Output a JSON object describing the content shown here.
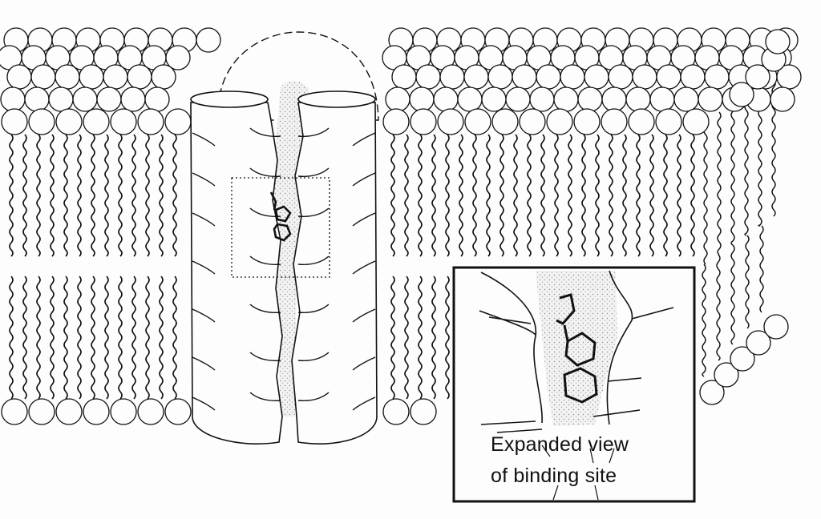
{
  "caption": {
    "line1": "Expanded view",
    "line2": "of binding site"
  },
  "colors": {
    "ink": "#111111",
    "paper": "#fdfdfd",
    "shade": "#d9d9d9"
  },
  "icons": {
    "lipid_head": "circle",
    "lipid_tail": "wavy-line",
    "ligand": "fused-ring-molecule"
  }
}
